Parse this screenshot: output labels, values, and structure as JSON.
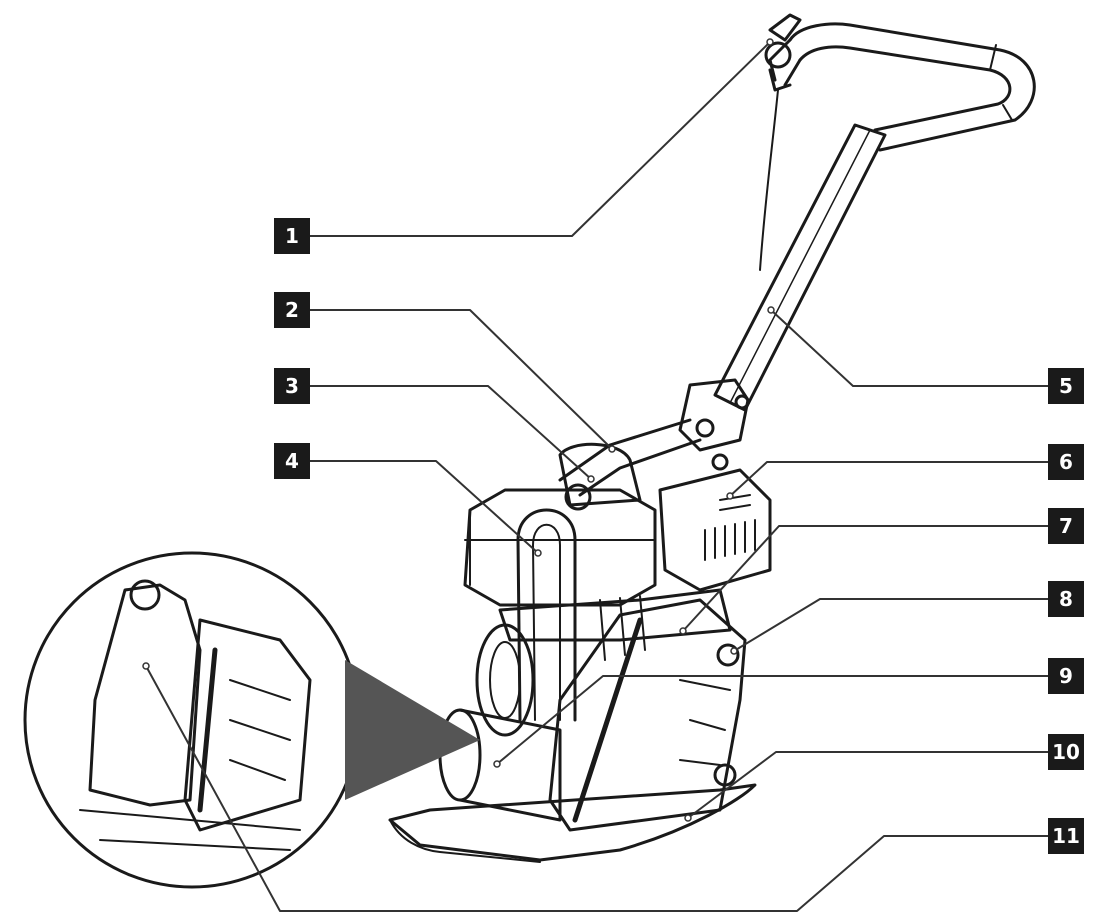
{
  "diagram": {
    "callouts": [
      {
        "id": "1",
        "text": "1"
      },
      {
        "id": "2",
        "text": "2"
      },
      {
        "id": "3",
        "text": "3"
      },
      {
        "id": "4",
        "text": "4"
      },
      {
        "id": "5",
        "text": "5"
      },
      {
        "id": "6",
        "text": "6"
      },
      {
        "id": "7",
        "text": "7"
      },
      {
        "id": "8",
        "text": "8"
      },
      {
        "id": "9",
        "text": "9"
      },
      {
        "id": "10",
        "text": "10"
      },
      {
        "id": "11",
        "text": "11"
      }
    ],
    "colors": {
      "label_bg": "#1a1a1a",
      "label_text": "#ffffff",
      "line": "#333333",
      "pointer": "#555555"
    }
  }
}
